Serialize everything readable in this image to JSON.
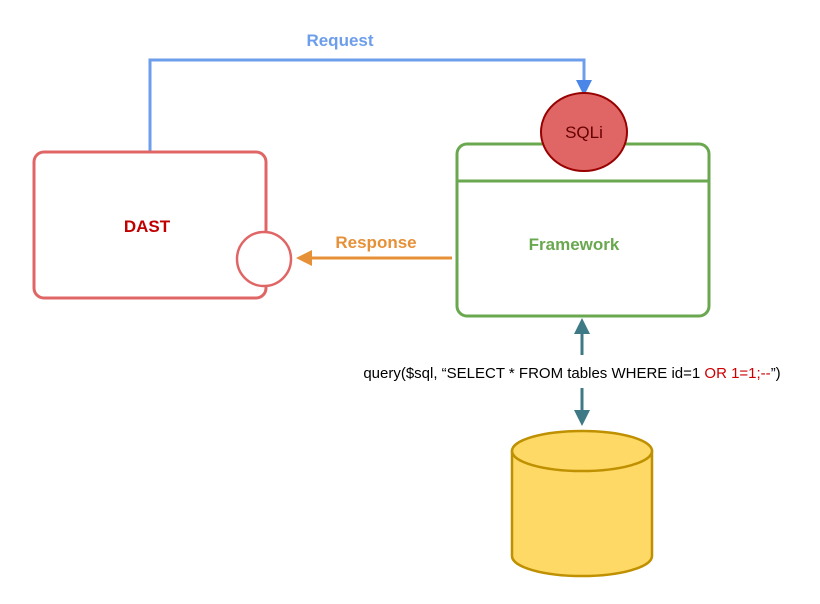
{
  "labels": {
    "request": "Request",
    "response": "Response",
    "dast": "DAST",
    "framework": "Framework",
    "sqli": "SQLi"
  },
  "query": {
    "prefix": "query($sql, “SELECT * FROM tables WHERE id=1 ",
    "injected": "OR 1=1;--",
    "suffix": "”)"
  },
  "colors": {
    "request": "#6d9eeb",
    "request_arrow": "#4a86e8",
    "response": "#e69138",
    "dast": "#e06666",
    "dast_text": "#c00000",
    "framework": "#6aa84f",
    "framework_text": "#6aa84f",
    "sqli_fill": "#e06666",
    "sqli_stroke": "#990000",
    "sqli_text": "#660000",
    "db_fill": "#ffd966",
    "db_stroke": "#bf9000",
    "db_link": "#3d7a85",
    "injected_text": "#cc0000"
  }
}
